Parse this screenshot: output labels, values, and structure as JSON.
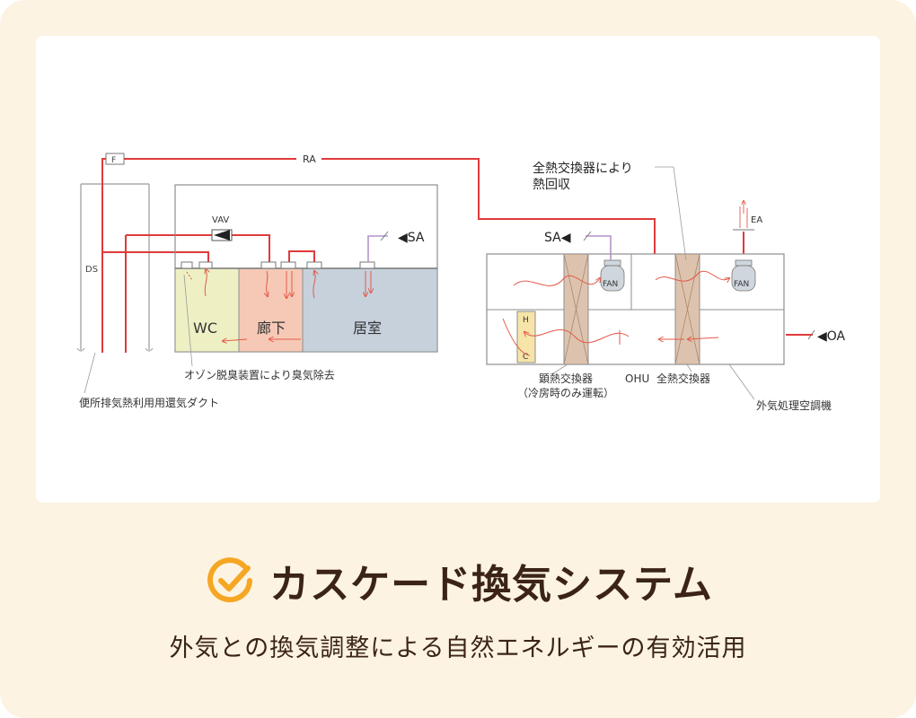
{
  "diagram": {
    "labels": {
      "ds": "DS",
      "f": "F",
      "ra": "RA",
      "vav": "VAV",
      "sa_right": "◀SA",
      "wc": "WC",
      "corridor": "廊下",
      "living": "居室",
      "ozone_note": "オゾン脱臭装置により臭気除去",
      "duct_note": "便所排気熱利用用還気ダクト",
      "heat_recovery_line1": "全熱交換器により",
      "heat_recovery_line2": "熱回収",
      "sa_left": "SA◀",
      "ea": "EA",
      "fan1": "FAN",
      "fan2": "FAN",
      "coil_h": "H",
      "coil_c": "C",
      "oa": "◀OA",
      "sensible_hx": "顕熱交換器",
      "sensible_hx_note": "（冷房時のみ運転）",
      "ohu": "OHU",
      "total_hx": "全熱交換器",
      "outdoor_unit": "外気処理空調機"
    }
  },
  "title": "カスケード換気システム",
  "subtitle": "外気との換気調整による自然エネルギーの有効活用",
  "colors": {
    "background": "#fdf3e2",
    "accent": "#f5a623",
    "title": "#3b2417",
    "duct": "#e03a3a",
    "wc_fill": "#eef0c4",
    "corridor_fill": "#f6c9b6",
    "living_fill": "#c6d1dc",
    "exchanger_fill": "#ddc3ad"
  },
  "icons": {
    "title_icon": "check-circle-icon"
  }
}
